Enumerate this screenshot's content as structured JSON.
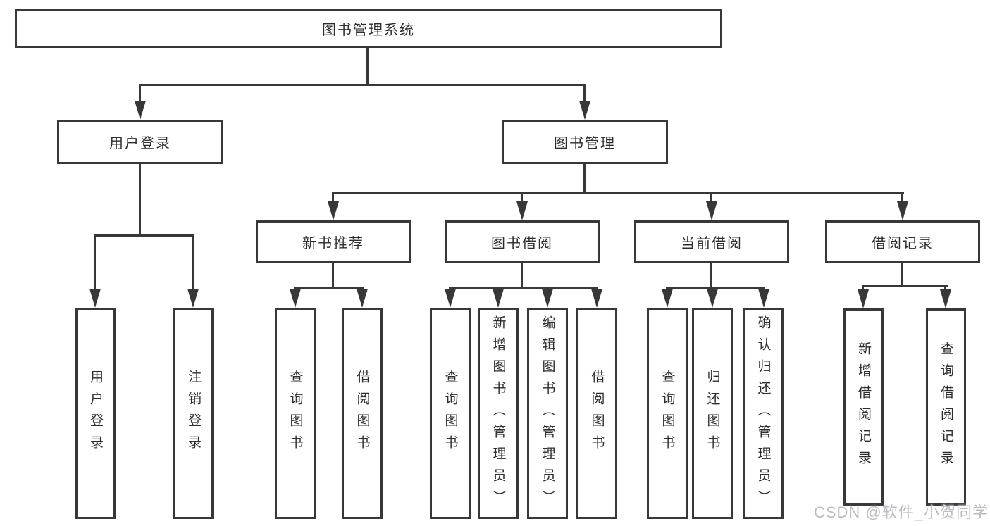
{
  "diagram": {
    "root": "图书管理系统",
    "branches": {
      "userLogin": {
        "label": "用户登录",
        "children": {
          "login": "用户登录",
          "logout": "注销登录"
        }
      },
      "bookMgmt": {
        "label": "图书管理",
        "children": {
          "newBookRec": {
            "label": "新书推荐",
            "children": {
              "query": "查询图书",
              "borrow": "借阅图书"
            }
          },
          "bookBorrow": {
            "label": "图书借阅",
            "children": {
              "query": "查询图书",
              "add": "新增图书（管理员）",
              "edit": "编辑图书（管理员）",
              "borrow": "借阅图书"
            }
          },
          "currentBorrow": {
            "label": "当前借阅",
            "children": {
              "query": "查询图书",
              "return": "归还图书",
              "confirm": "确认归还（管理员）"
            }
          },
          "borrowRecord": {
            "label": "借阅记录",
            "children": {
              "add": "新增借阅记录",
              "query": "查询借阅记录"
            }
          }
        }
      }
    },
    "line_color": "#383838"
  },
  "watermark": "CSDN @软件_小贺同学"
}
